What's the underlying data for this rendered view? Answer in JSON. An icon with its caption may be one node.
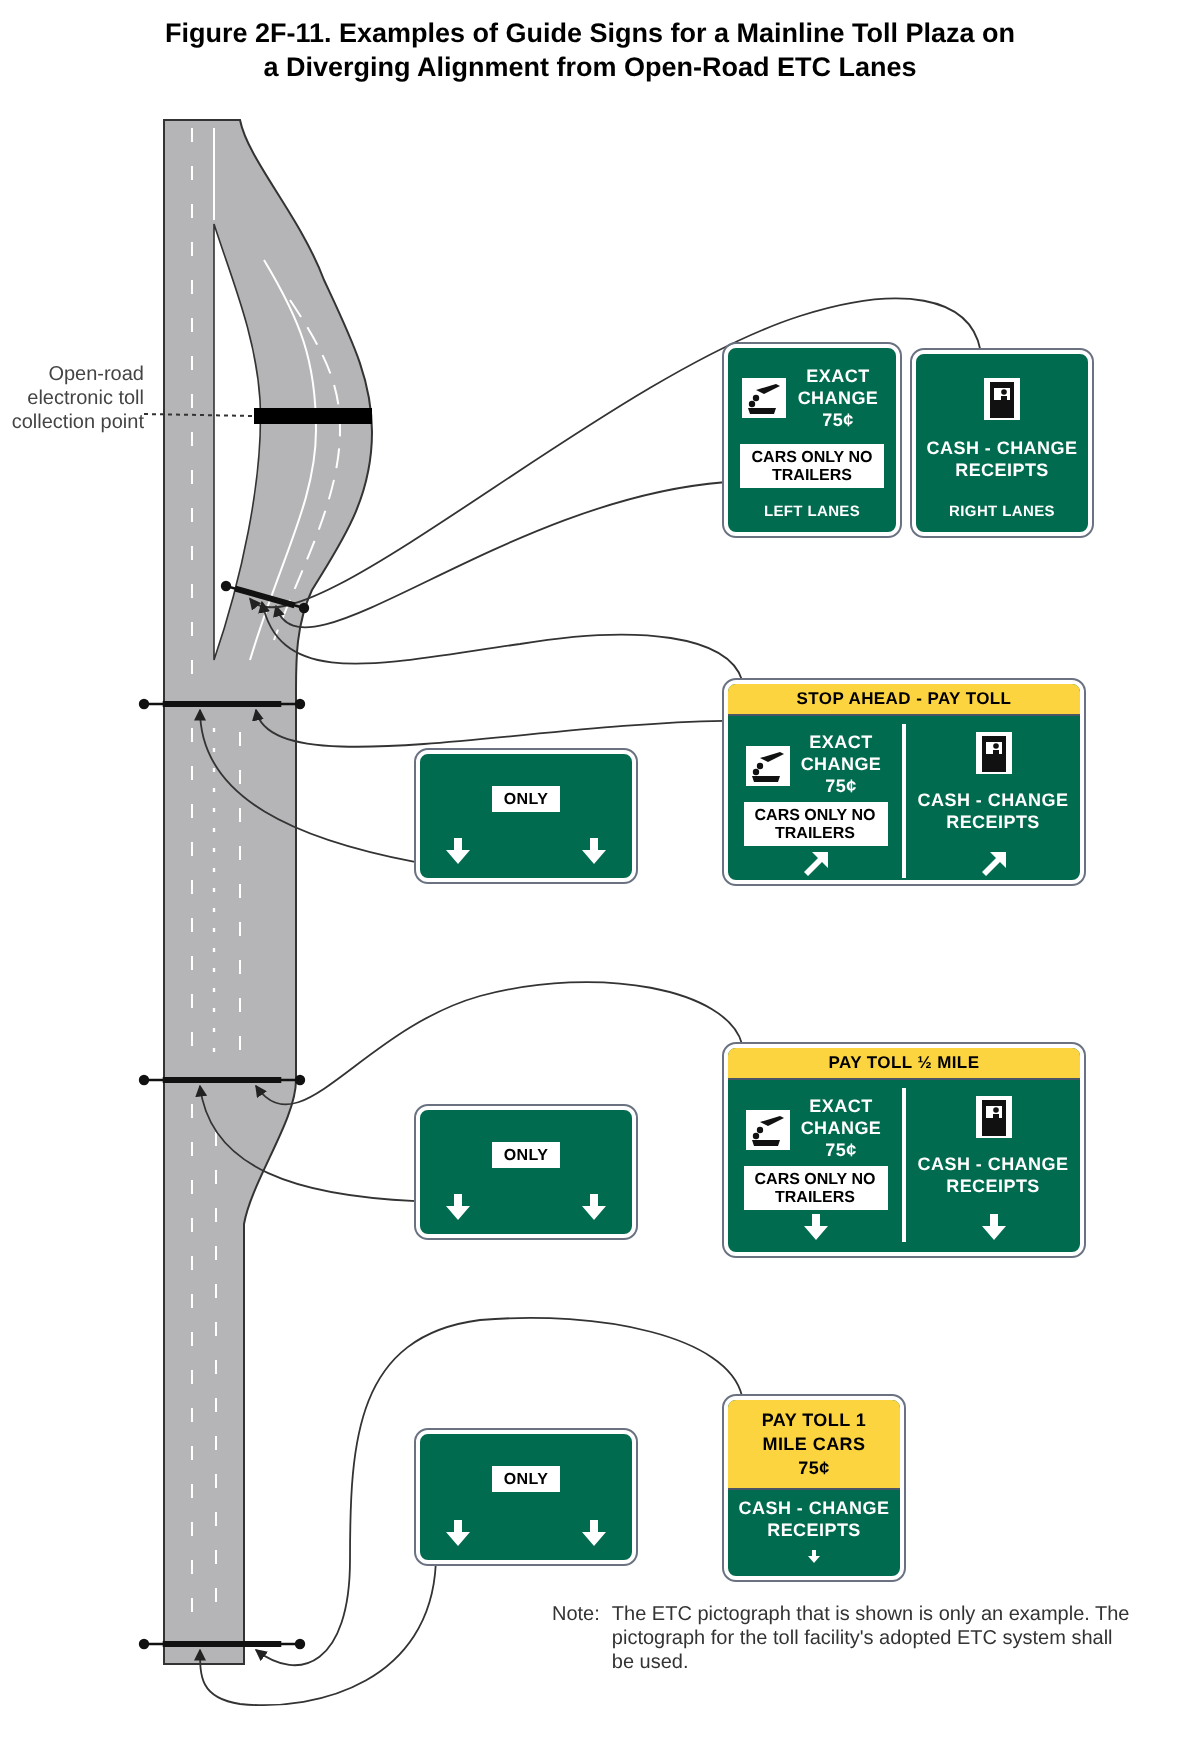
{
  "diagram": {
    "title": "Figure 2F-11. Examples of Guide Signs for a Mainline Toll Plaza on a Diverging Alignment from Open-Road ETC Lanes",
    "nodes": [
      {
        "text": [
          "Open-road electronic toll collection point"
        ]
      },
      {
        "text": [],
        "shape": "bar"
      },
      {
        "text": [],
        "shape": "bar"
      },
      {
        "text": [],
        "shape": "bar"
      },
      {
        "text": [],
        "shape": "bar"
      },
      {
        "text": [],
        "shape": "bar"
      },
      {
        "text": [
          "EXACT CHANGE 75¢",
          "CARS ONLY NO TRAILERS",
          "LEFT LANES"
        ]
      },
      {
        "text": [
          "CASH - CHANGE RECEIPTS",
          "RIGHT LANES"
        ]
      },
      {
        "text": [
          "STOP AHEAD - PAY TOLL"
        ]
      },
      {
        "text": [
          "EXACT CHANGE 75¢",
          "CARS ONLY NO TRAILERS"
        ],
        "in": 8
      },
      {
        "text": [
          "CASH - CHANGE RECEIPTS"
        ],
        "in": 8
      },
      {
        "text": [
          "ONLY"
        ]
      },
      {
        "text": [
          "PAY TOLL ½ MILE"
        ]
      },
      {
        "text": [
          "EXACT CHANGE 75¢",
          "CARS ONLY NO TRAILERS"
        ],
        "in": 12
      },
      {
        "text": [
          "CASH - CHANGE RECEIPTS"
        ],
        "in": 12
      },
      {
        "text": [
          "ONLY"
        ]
      },
      {
        "text": [
          "PAY TOLL 1 MILE CARS 75¢",
          "CASH - CHANGE RECEIPTS"
        ]
      },
      {
        "text": [
          "ONLY"
        ]
      }
    ],
    "edges": [
      {
        "from": 0,
        "to": 1,
        "arrow": "none",
        "style": "dashed"
      },
      {
        "from": 6,
        "to": 2,
        "arrow": "to"
      },
      {
        "from": 7,
        "to": 2,
        "arrow": "to"
      },
      {
        "from": 8,
        "to": 2,
        "arrow": "to"
      },
      {
        "from": 8,
        "to": 3,
        "arrow": "to"
      },
      {
        "from": 11,
        "to": 3,
        "arrow": "to"
      },
      {
        "from": 12,
        "to": 4,
        "arrow": "to"
      },
      {
        "from": 15,
        "to": 4,
        "arrow": "to"
      },
      {
        "from": 16,
        "to": 5,
        "arrow": "to"
      },
      {
        "from": 17,
        "to": 5,
        "arrow": "to"
      }
    ],
    "labels": [
      "Note:",
      "The ETC pictograph that is shown is only an example. The pictograph for the toll facility's adopted ETC system shall be used."
    ]
  }
}
